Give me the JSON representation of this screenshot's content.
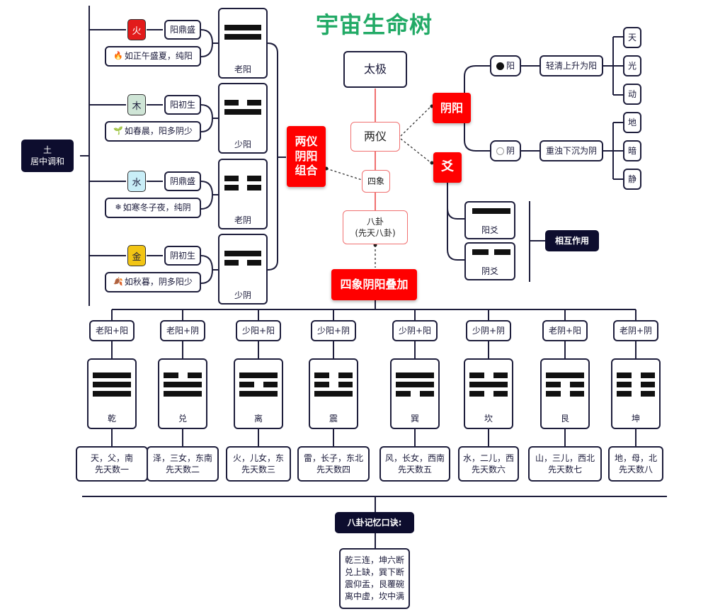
{
  "title": "宇宙生命树",
  "earth": {
    "line1": "土",
    "line2": "居中调和"
  },
  "elements": [
    {
      "name": "火",
      "color": "#e21b1b",
      "text_color": "#ffffff",
      "desc": "阳鼎盛",
      "example": "如正午盛夏，纯阳",
      "example_icon": "flame-icon",
      "example_glyph": "🔥",
      "hex_name": "老阳",
      "lines": [
        "yang",
        "yang"
      ]
    },
    {
      "name": "木",
      "color": "#cfe5d6",
      "text_color": "#1a1a3a",
      "desc": "阳初生",
      "example": "如春晨，阳多阴少",
      "example_icon": "sprout-icon",
      "example_glyph": "🌱",
      "hex_name": "少阳",
      "lines": [
        "yin",
        "yang"
      ]
    },
    {
      "name": "水",
      "color": "#c9eef7",
      "text_color": "#1a1a3a",
      "desc": "阴鼎盛",
      "example": "如寒冬子夜，纯阴",
      "example_icon": "snowflake-icon",
      "example_glyph": "❄",
      "hex_name": "老阴",
      "lines": [
        "yin",
        "yin"
      ]
    },
    {
      "name": "金",
      "color": "#f2c514",
      "text_color": "#1a1a3a",
      "desc": "阴初生",
      "example": "如秋暮，阴多阳少",
      "example_icon": "leaf-icon",
      "example_glyph": "🍂",
      "hex_name": "少阴",
      "lines": [
        "yang",
        "yin"
      ]
    }
  ],
  "center": {
    "taiji": "太极",
    "liangyi": "两仪",
    "sixiang": "四象",
    "bagua_line1": "八卦",
    "bagua_line2": "(先天八卦)",
    "combo_line1": "两仪",
    "combo_line2": "阴阳",
    "combo_line3": "组合",
    "stack": "四象阴阳叠加"
  },
  "yinyang": {
    "label": "阴阳",
    "yang": {
      "label": "阳",
      "desc": "轻清上升为阳",
      "traits": [
        "天",
        "光",
        "动"
      ]
    },
    "yin": {
      "label": "阴",
      "desc": "重浊下沉为阴",
      "traits": [
        "地",
        "暗",
        "静"
      ]
    }
  },
  "yao": {
    "label": "爻",
    "yang_label": "阳爻",
    "yin_label": "阴爻",
    "interact": "相互作用"
  },
  "trigrams": [
    {
      "combo": "老阳+阳",
      "name": "乾",
      "lines": [
        "yang",
        "yang",
        "yang"
      ],
      "desc1": "天，父，南",
      "desc2": "先天数一"
    },
    {
      "combo": "老阳+阴",
      "name": "兑",
      "lines": [
        "yin",
        "yang",
        "yang"
      ],
      "desc1": "泽，三女，东南",
      "desc2": "先天数二"
    },
    {
      "combo": "少阳+阳",
      "name": "离",
      "lines": [
        "yang",
        "yin",
        "yang"
      ],
      "desc1": "火，儿女，东",
      "desc2": "先天数三"
    },
    {
      "combo": "少阳+阴",
      "name": "震",
      "lines": [
        "yin",
        "yin",
        "yang"
      ],
      "desc1": "雷，长子，东北",
      "desc2": "先天数四"
    },
    {
      "combo": "少阴+阳",
      "name": "巽",
      "lines": [
        "yang",
        "yang",
        "yin"
      ],
      "desc1": "风，长女，西南",
      "desc2": "先天数五"
    },
    {
      "combo": "少阴+阴",
      "name": "坎",
      "lines": [
        "yin",
        "yang",
        "yin"
      ],
      "desc1": "水，二儿，西",
      "desc2": "先天数六"
    },
    {
      "combo": "老阴+阳",
      "name": "艮",
      "lines": [
        "yang",
        "yin",
        "yin"
      ],
      "desc1": "山，三儿，西北",
      "desc2": "先天数七"
    },
    {
      "combo": "老阴+阴",
      "name": "坤",
      "lines": [
        "yin",
        "yin",
        "yin"
      ],
      "desc1": "地，母，北",
      "desc2": "先天数八"
    }
  ],
  "mnemonic": {
    "title": "八卦记忆口诀:",
    "lines": [
      "乾三连，坤六断",
      "兑上缺，巽下断",
      "震仰盂，艮覆碗",
      "离中虚，坎中满"
    ]
  },
  "colors": {
    "accent_red": "#ff0000",
    "dark": "#0d0d2e",
    "title_green": "#22aa66",
    "line": "#1e1e3c",
    "pink": "#f07070"
  }
}
